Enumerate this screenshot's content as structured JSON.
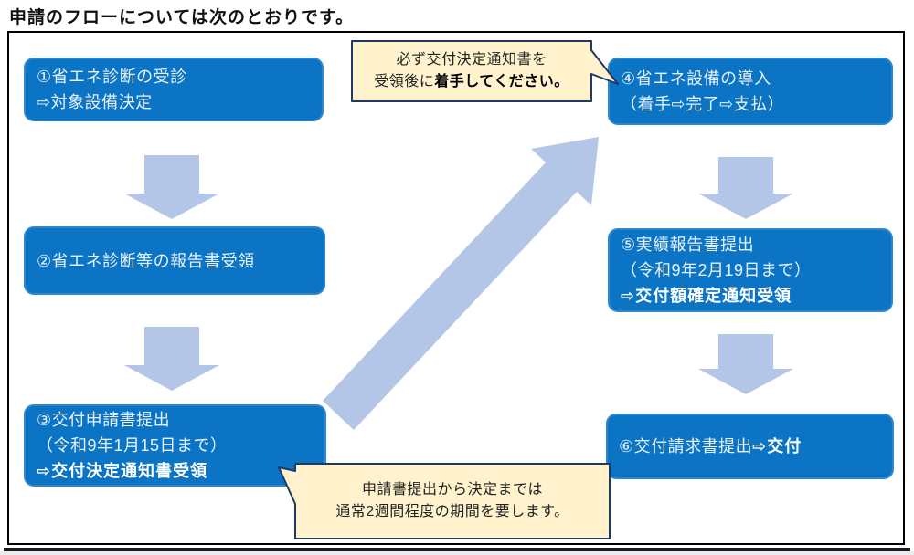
{
  "page": {
    "title": "申請のフローについては次のとおりです。"
  },
  "flow": {
    "boxes": {
      "b1": {
        "line1": "①省エネ診断の受診",
        "line2": "⇨対象設備決定"
      },
      "b2": {
        "line1": "②省エネ診断等の報告書受領"
      },
      "b3": {
        "line1": "③交付申請書提出",
        "line2": "（令和9年1月15日まで）",
        "line3_bold": "⇨交付決定通知書受領"
      },
      "b4": {
        "line1": "④省エネ設備の導入",
        "line2": "（着手⇨完了⇨支払）"
      },
      "b5": {
        "line1": "⑤実績報告書提出",
        "line2": "（令和9年2月19日まで）",
        "line3_bold": "⇨交付額確定通知受領"
      },
      "b6": {
        "text": "⑥交付請求書提出",
        "text_bold": "⇨交付"
      }
    },
    "callouts": {
      "start_note": {
        "line1": "必ず交付決定通知書を",
        "line2_regular": "受領後に",
        "line2_bold": "着手してください。"
      },
      "decision_note": {
        "line1": "申請書提出から決定までは",
        "line2": "通常2週間程度の期間を要します。"
      }
    },
    "colors": {
      "box_fill": "#0B74C4",
      "box_border": "#2E88CF",
      "box_text": "#E9F2FB",
      "arrow_fill": "#B4C6E7",
      "callout_fill": "#FFF2CC",
      "callout_border": "#1F3864",
      "frame_border": "#000000"
    }
  }
}
